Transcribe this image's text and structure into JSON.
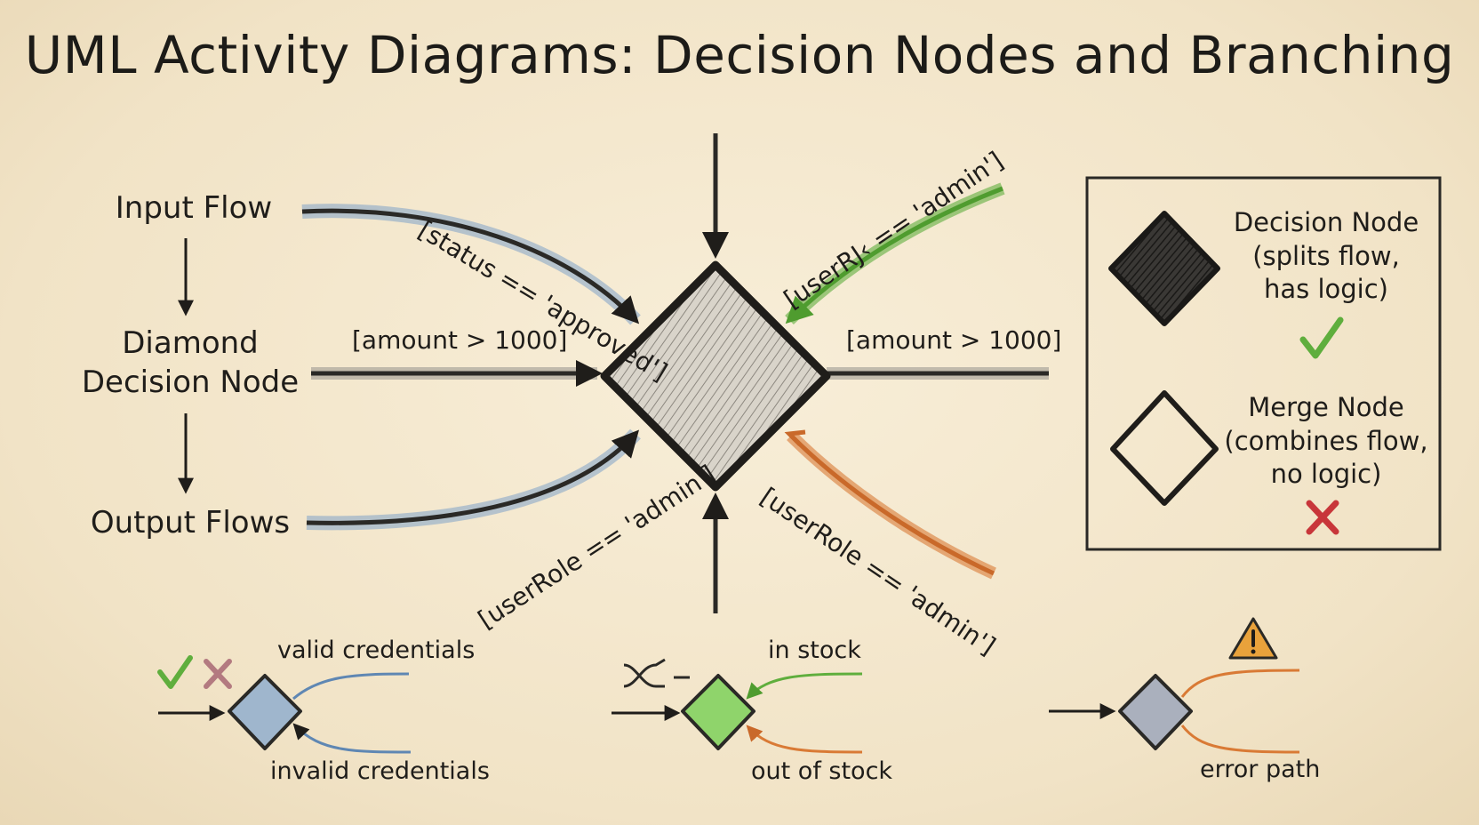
{
  "title": "UML Activity Diagrams: Decision Nodes and Branching",
  "flow_steps": {
    "input": "Input Flow",
    "decision": "Diamond\nDecision Node",
    "output": "Output Flows"
  },
  "guards": {
    "top_left": "[status == 'approved']",
    "left": "[amount > 1000]",
    "bottom_left": "[userRole == 'admin']",
    "top_right": "[userRJ‹ == 'admin']",
    "right": "[amount > 1000]",
    "bottom_right": "[userRole == 'admin']"
  },
  "legend": {
    "decision_title": "Decision Node",
    "decision_desc": "(splits flow,\nhas logic)",
    "merge_title": "Merge Node",
    "merge_desc": "(combines flow,\nno logic)"
  },
  "examples": {
    "login": {
      "top": "valid credentials",
      "bottom": "invalid credentials"
    },
    "stock": {
      "top": "in stock",
      "bottom": "out of stock"
    },
    "error": {
      "bottom": "error path"
    }
  },
  "colors": {
    "ink": "#1f1d1a",
    "blue": "#7fa3c9",
    "green": "#5fae3d",
    "orange": "#d97a35",
    "red": "#c8363a",
    "warning": "#e9a23b"
  },
  "icons": [
    "check-icon",
    "cross-icon",
    "shuffle-icon",
    "warning-icon"
  ]
}
